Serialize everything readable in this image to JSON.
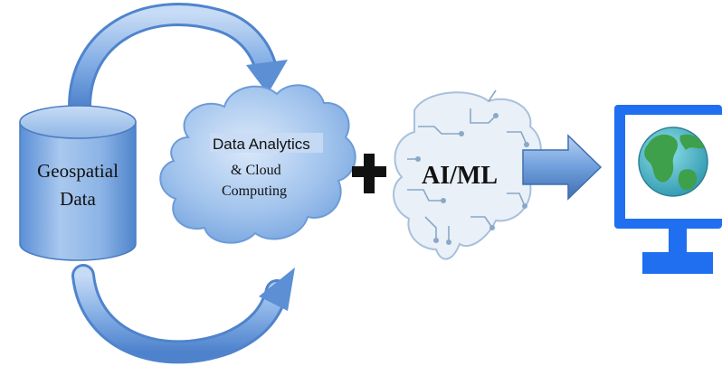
{
  "database": {
    "label_line1": "Geospatial",
    "label_line2": "Data"
  },
  "cloud": {
    "label_line1": "Data Analytics",
    "label_line2": "& Cloud",
    "label_line3": "Computing"
  },
  "plus_sign": "+",
  "brain": {
    "label": "AI/ML"
  },
  "colors": {
    "blue_light": "#a9c8ee",
    "blue_mid": "#6f9fdc",
    "blue_dark": "#3f6fb0",
    "monitor_blue": "#1f6ff0",
    "globe_ocean": "#44b8c8",
    "globe_land": "#3ea04a",
    "plus": "#111111",
    "brain_circuit": "#8aa8c8"
  },
  "icons": {
    "database": "database-cylinder-icon",
    "cloud": "cloud-icon",
    "brain": "brain-circuit-icon",
    "monitor": "monitor-icon",
    "globe": "globe-icon"
  }
}
